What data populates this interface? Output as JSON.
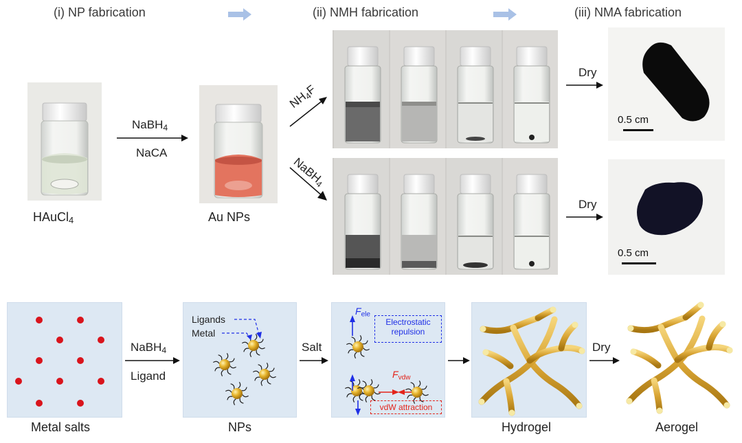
{
  "stages": {
    "np": "(i) NP fabrication",
    "nmh": "(ii) NMH fabrication",
    "nma": "(iii) NMA fabrication"
  },
  "photos": {
    "precursor_label": "HAuCl",
    "precursor_sub": "4",
    "np_label": "Au NPs",
    "reducer_top": "NaBH",
    "reducer_top_sub": "4",
    "reducer_bottom": "NaCA",
    "route_a": "NH",
    "route_a_sub": "4",
    "route_a_tail": "F",
    "route_b": "NaBH",
    "route_b_sub": "4",
    "dry_a": "Dry",
    "dry_b": "Dry",
    "scale_a": "0.5 cm",
    "scale_b": "0.5 cm"
  },
  "scheme": {
    "salts_label": "Metal salts",
    "step1_top": "NaBH",
    "step1_top_sub": "4",
    "step1_bottom": "Ligand",
    "nps_label": "NPs",
    "ligands": "Ligands",
    "metal": "Metal",
    "step2": "Salt",
    "f_ele": "F",
    "f_ele_sub": "ele",
    "electrostatic": "Electrostatic repulsion",
    "f_vdw": "F",
    "f_vdw_sub": "vdw",
    "vdw": "vdW attraction",
    "hydrogel_label": "Hydrogel",
    "step3": "Dry",
    "aerogel_label": "Aerogel"
  },
  "colors": {
    "panel_bg": "#dde8f3",
    "arrow_light": "#a9c1e6",
    "gold": "#e5b43a",
    "red_dot": "#d9141c",
    "blue_force": "#1f2fe6",
    "red_force": "#e3241b"
  }
}
